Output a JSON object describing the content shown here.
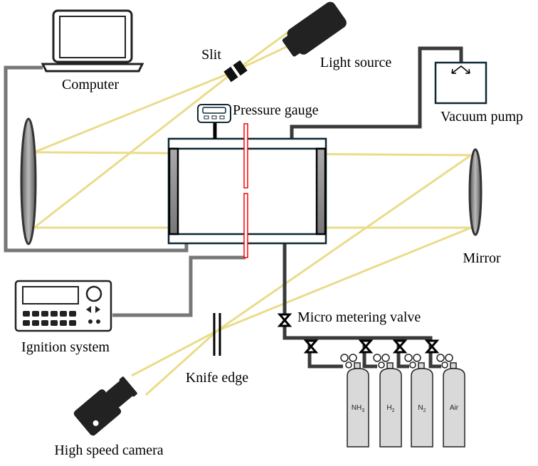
{
  "labels": {
    "computer": "Computer",
    "slit": "Slit",
    "light_source": "Light source",
    "vacuum_pump": "Vacuum pump",
    "pressure_gauge": "Pressure gauge",
    "mirror": "Mirror",
    "micro_metering_valve": "Micro metering valve",
    "ignition_system": "Ignition system",
    "knife_edge": "Knife edge",
    "high_speed_camera": "High speed camera"
  },
  "cylinders": [
    {
      "name": "NH",
      "sub": "3"
    },
    {
      "name": "H",
      "sub": "2"
    },
    {
      "name": "N",
      "sub": "2"
    },
    {
      "name": "Air",
      "sub": ""
    }
  ],
  "colors": {
    "beam": "#eadc8a",
    "electrode": "#ff0000",
    "pipe": "#3a3a3a",
    "cable": "#777777",
    "chamber": "#0d2833"
  }
}
